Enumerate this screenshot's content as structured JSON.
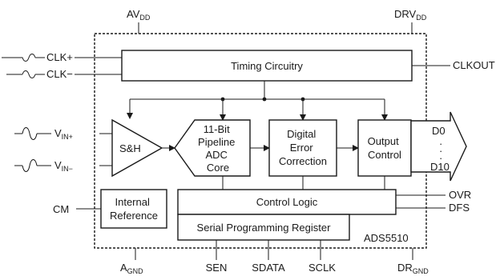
{
  "supplies": {
    "avdd": {
      "main": "AV",
      "sub": "DD"
    },
    "drvdd": {
      "main": "DRV",
      "sub": "DD"
    },
    "agnd": {
      "main": "A",
      "sub": "GND"
    },
    "drgnd": {
      "main": "DR",
      "sub": "GND"
    }
  },
  "inputs": {
    "clk_plus": "CLK+",
    "clk_minus": "CLK−",
    "vin_plus": {
      "main": "V",
      "sub": "IN+"
    },
    "vin_minus": {
      "main": "V",
      "sub": "IN−"
    },
    "cm": "CM"
  },
  "outputs": {
    "clkout": "CLKOUT",
    "ovr": "OVR",
    "dfs": "DFS",
    "bus_top": "D0",
    "bus_dots": "·",
    "bus_bottom": "D10"
  },
  "blocks": {
    "timing": "Timing Circuitry",
    "sample_hold": "S&H",
    "adc_core": [
      "11-Bit",
      "Pipeline",
      "ADC",
      "Core"
    ],
    "error_correction": [
      "Digital",
      "Error",
      "Correction"
    ],
    "output_control": [
      "Output",
      "Control"
    ],
    "internal_reference": [
      "Internal",
      "Reference"
    ],
    "control_logic": "Control Logic",
    "serial_register": "Serial Programming Register"
  },
  "chip_name": "ADS5510",
  "serial_pins": {
    "sen": "SEN",
    "sdata": "SDATA",
    "sclk": "SCLK"
  }
}
